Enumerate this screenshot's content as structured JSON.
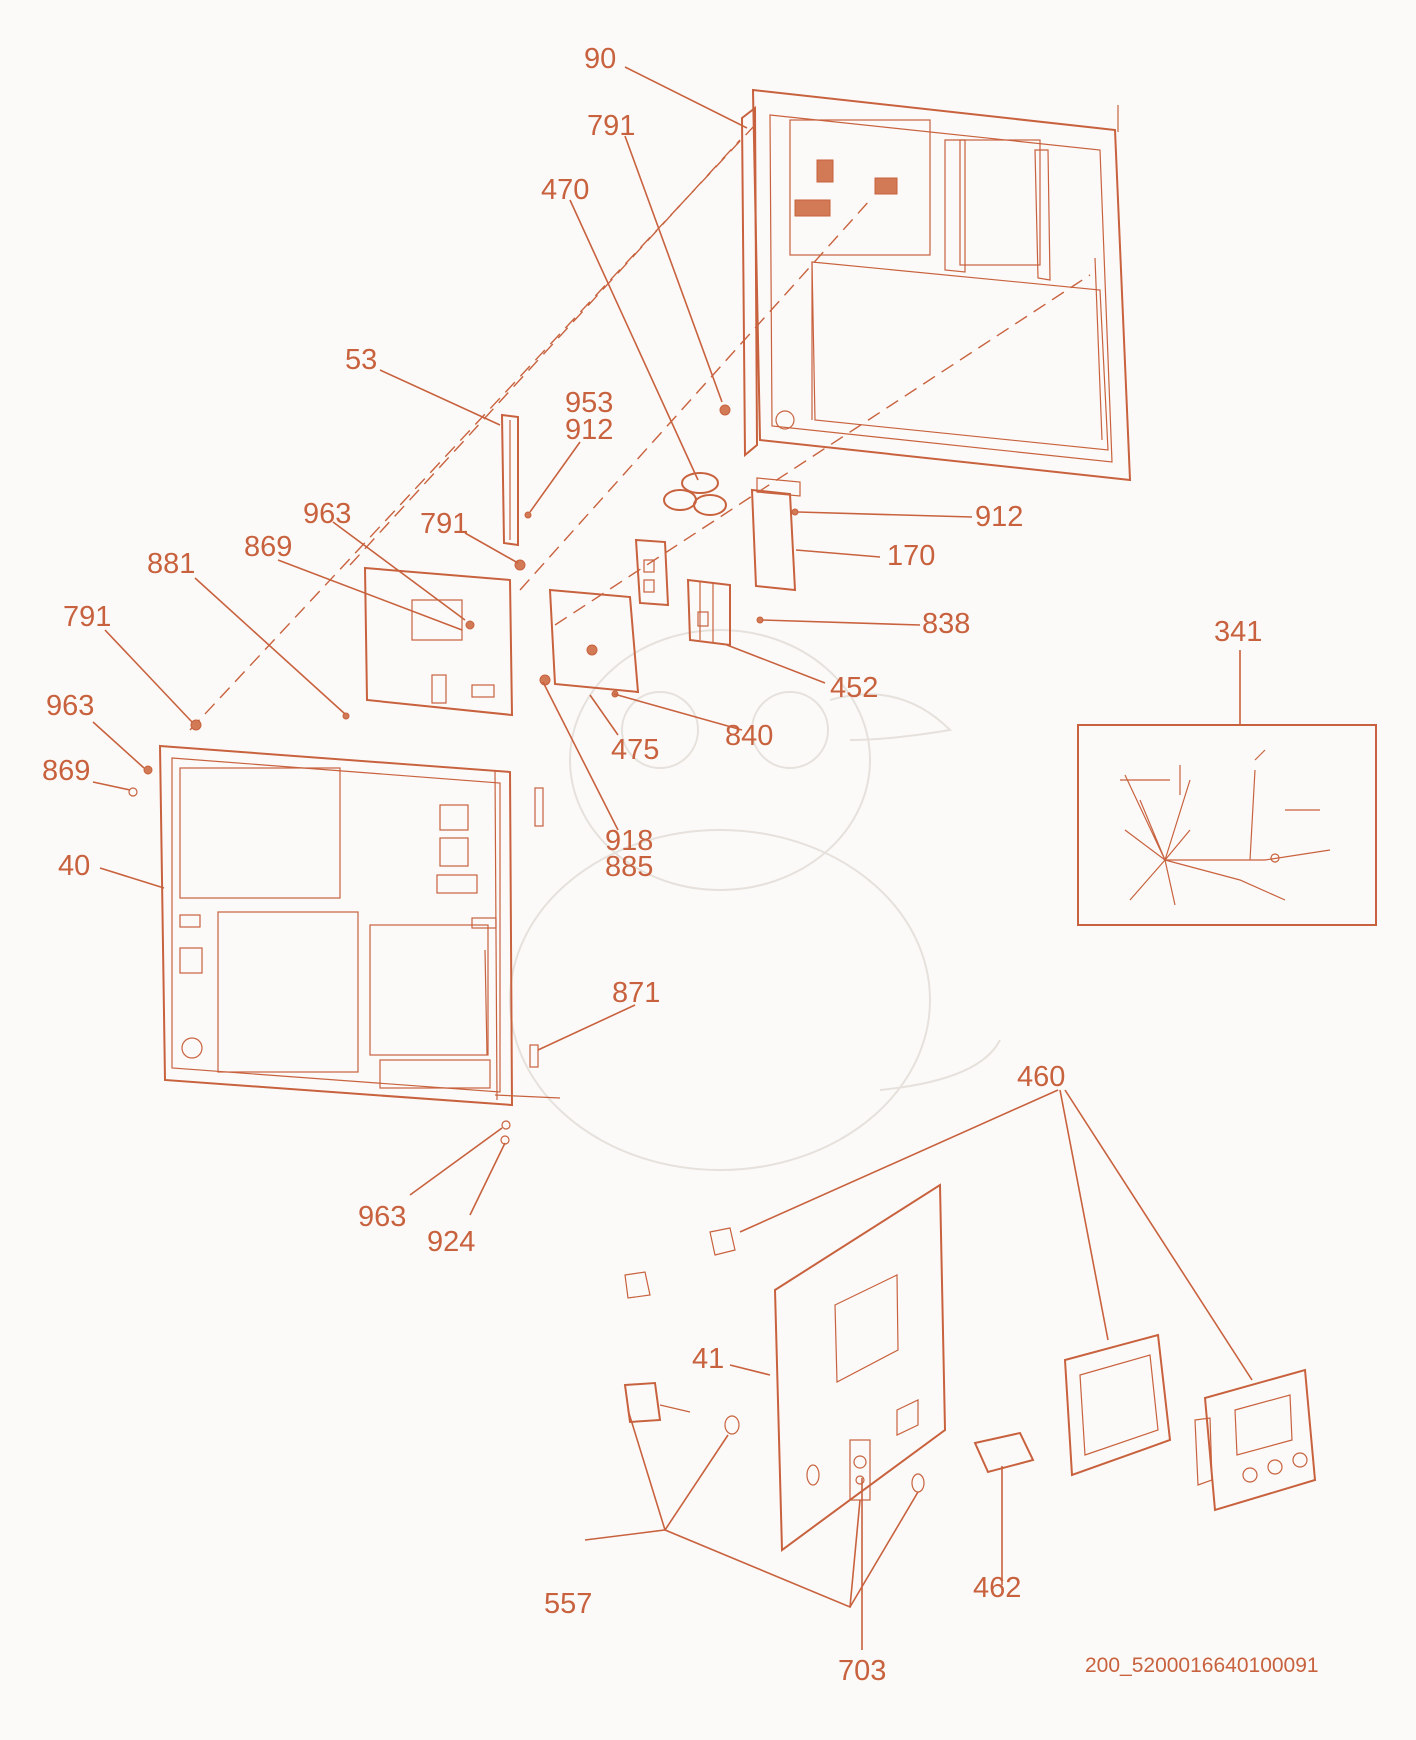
{
  "diagram": {
    "callouts": [
      {
        "id": "c90",
        "label": "90"
      },
      {
        "id": "c791a",
        "label": "791"
      },
      {
        "id": "c470",
        "label": "470"
      },
      {
        "id": "c53",
        "label": "53"
      },
      {
        "id": "c953",
        "label": "953"
      },
      {
        "id": "c912a",
        "label": "912"
      },
      {
        "id": "c963a",
        "label": "963"
      },
      {
        "id": "c791b",
        "label": "791"
      },
      {
        "id": "c869a",
        "label": "869"
      },
      {
        "id": "c881",
        "label": "881"
      },
      {
        "id": "c791c",
        "label": "791"
      },
      {
        "id": "c963b",
        "label": "963"
      },
      {
        "id": "c869b",
        "label": "869"
      },
      {
        "id": "c40",
        "label": "40"
      },
      {
        "id": "c912b",
        "label": "912"
      },
      {
        "id": "c170",
        "label": "170"
      },
      {
        "id": "c838",
        "label": "838"
      },
      {
        "id": "c452",
        "label": "452"
      },
      {
        "id": "c840",
        "label": "840"
      },
      {
        "id": "c475",
        "label": "475"
      },
      {
        "id": "c918",
        "label": "918"
      },
      {
        "id": "c885",
        "label": "885"
      },
      {
        "id": "c341",
        "label": "341"
      },
      {
        "id": "c871",
        "label": "871"
      },
      {
        "id": "c963c",
        "label": "963"
      },
      {
        "id": "c924",
        "label": "924"
      },
      {
        "id": "c460",
        "label": "460"
      },
      {
        "id": "c41",
        "label": "41"
      },
      {
        "id": "c557",
        "label": "557"
      },
      {
        "id": "c703",
        "label": "703"
      },
      {
        "id": "c462",
        "label": "462"
      }
    ],
    "figure_ref": "200_5200016640100091",
    "color": "#c8623e"
  }
}
